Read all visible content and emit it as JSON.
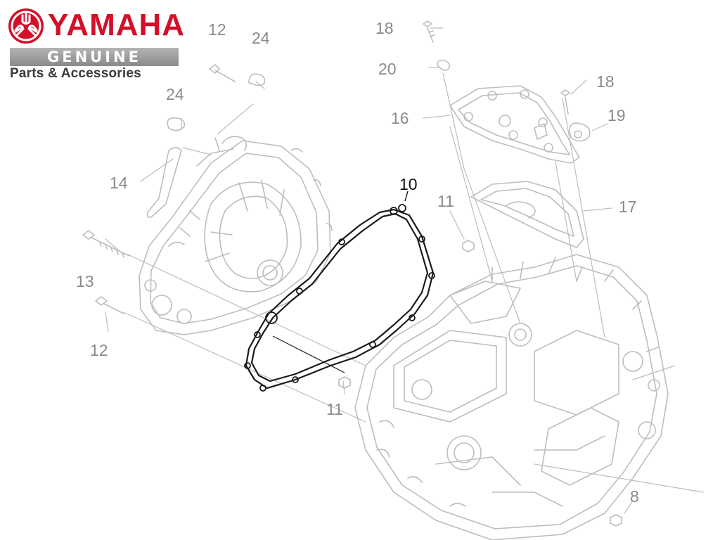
{
  "brand": {
    "name": "YAMAHA",
    "genuine": "GENUINE",
    "tagline": "Parts & Accessories",
    "colors": {
      "red": "#d2102a",
      "grey": "#9a9a9a",
      "dark": "#3a3a3a"
    }
  },
  "diagram": {
    "highlighted_part": "10",
    "callouts": [
      {
        "id": "c12a",
        "label": "12"
      },
      {
        "id": "c24a",
        "label": "24"
      },
      {
        "id": "c24b",
        "label": "24"
      },
      {
        "id": "c14",
        "label": "14"
      },
      {
        "id": "c13",
        "label": "13"
      },
      {
        "id": "c12b",
        "label": "12"
      },
      {
        "id": "c18a",
        "label": "18"
      },
      {
        "id": "c20",
        "label": "20"
      },
      {
        "id": "c16",
        "label": "16"
      },
      {
        "id": "c18b",
        "label": "18"
      },
      {
        "id": "c19",
        "label": "19"
      },
      {
        "id": "c10",
        "label": "10"
      },
      {
        "id": "c11a",
        "label": "11"
      },
      {
        "id": "c17",
        "label": "17"
      },
      {
        "id": "c11b",
        "label": "11"
      },
      {
        "id": "c8",
        "label": "8"
      }
    ]
  }
}
